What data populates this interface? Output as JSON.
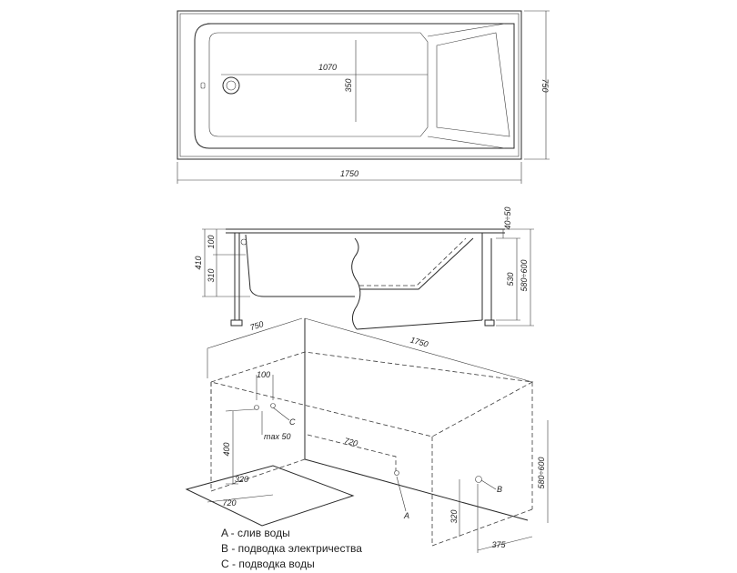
{
  "top_view": {
    "length": "1750",
    "width": "750",
    "inner_length": "1070",
    "inner_width": "350"
  },
  "side_view": {
    "depth_total": "410",
    "depth_rim": "100",
    "depth_inner": "310",
    "rim_adjust": "40÷50",
    "leg_height": "530",
    "overall_height": "580÷600"
  },
  "iso_view": {
    "width": "750",
    "length": "1750",
    "offset_c": "100",
    "height_c": "400",
    "max_label": "max 50",
    "drain_distance": "720",
    "floor_depth": "320",
    "floor_length": "720",
    "height_b": "320",
    "offset_b": "375",
    "overall_height": "580÷600",
    "markers": {
      "a": "A",
      "b": "B",
      "c": "C"
    }
  },
  "legend": [
    "A - слив воды",
    "B - подводка электричества",
    "C - подводка воды"
  ]
}
